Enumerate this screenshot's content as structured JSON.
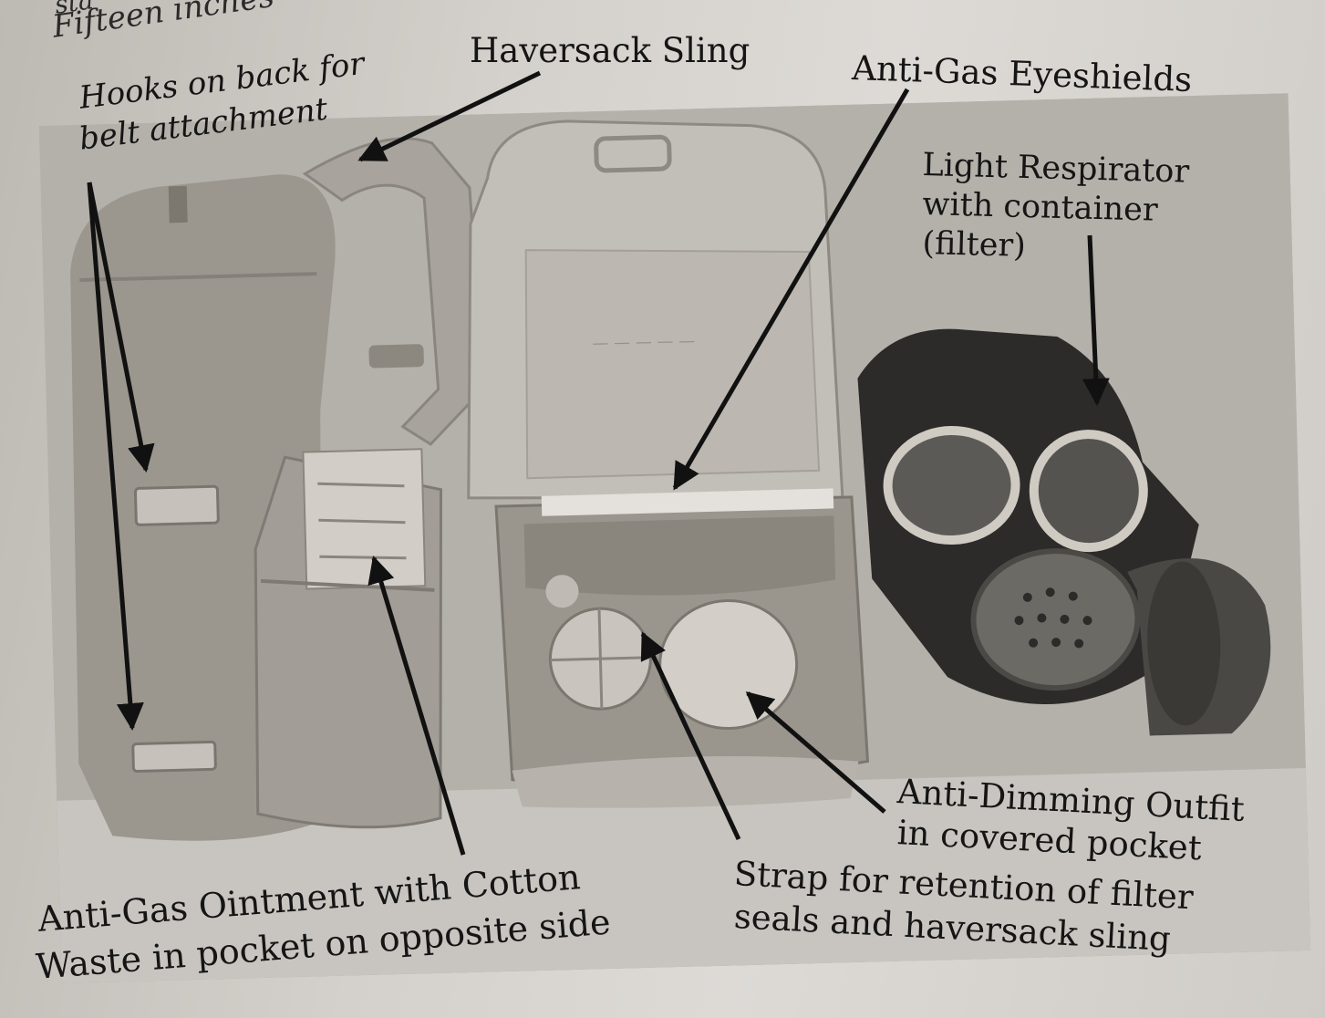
{
  "header_fragment": {
    "line1": "sta",
    "line2": "Fifteen inches"
  },
  "labels": {
    "hooks": {
      "line1": "Hooks on back for",
      "line2": "belt attachment"
    },
    "haversack_sling": "Haversack Sling",
    "eyeshields": "Anti-Gas Eyeshields",
    "respirator": {
      "line1": "Light Respirator",
      "line2": "with container",
      "line3": "(filter)"
    },
    "ointment": {
      "line1": "Anti-Gas Ointment with Cotton",
      "line2": "Waste in pocket on opposite side"
    },
    "anti_dimming": {
      "line1": "Anti-Dimming Outfit",
      "line2": "in covered pocket"
    },
    "strap": {
      "line1": "Strap for retention of filter",
      "line2": "seals and haversack sling"
    }
  },
  "colors": {
    "ink": "#151515",
    "paper": "#d4d1cc",
    "photo_bg": "#b1aea8",
    "canvas": "#8e8a82",
    "mask": "#2c2b29"
  }
}
